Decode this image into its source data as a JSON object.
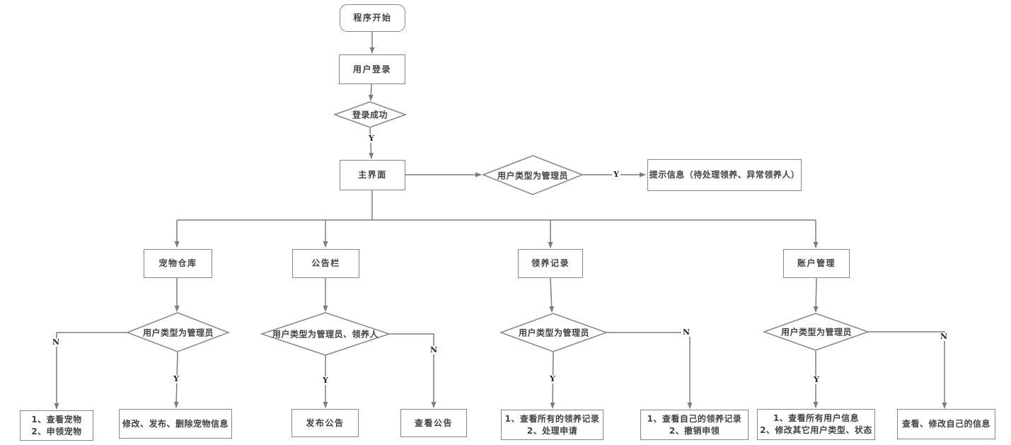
{
  "diagram": {
    "colors": {
      "line": "#7d7d7d",
      "node_border": "#868686",
      "node_text": "#434343",
      "edge_label_text": "#1a1a5e",
      "background": "#ffffff"
    },
    "labels": {
      "yes": "Y",
      "no": "N"
    },
    "nodes": {
      "start": "程序开始",
      "login": "用户登录",
      "login_check": "登录成功",
      "main_ui": "主界面",
      "admin_check": "用户类型为管理员",
      "admin_info": "提示信息（待处理领养、异常领养人）",
      "pet_warehouse": "宠物仓库",
      "notice_board": "公告栏",
      "adoption_records": "领养记录",
      "account_mgmt": "账户管理",
      "pet_check": "用户类型为管理员",
      "notice_check": "用户类型为管理员、领养人",
      "adoption_check": "用户类型为管理员",
      "account_check": "用户类型为管理员",
      "pet_user": {
        "line1": "1、查看宠物",
        "line2": "2、申领宠物"
      },
      "pet_admin": "修改、发布、删除宠物信息",
      "notice_publish": "发布公告",
      "notice_view": "查看公告",
      "adoption_admin": {
        "line1": "1、查看所有的领养记录",
        "line2": "2、处理申请"
      },
      "adoption_user": {
        "line1": "1、查看自己的领养记录",
        "line2": "2、撤销申领"
      },
      "account_admin": {
        "line1": "1、查看所有用户信息",
        "line2": "2、修改其它用户类型、状态"
      },
      "account_user": "查看、修改自己的信息"
    }
  }
}
